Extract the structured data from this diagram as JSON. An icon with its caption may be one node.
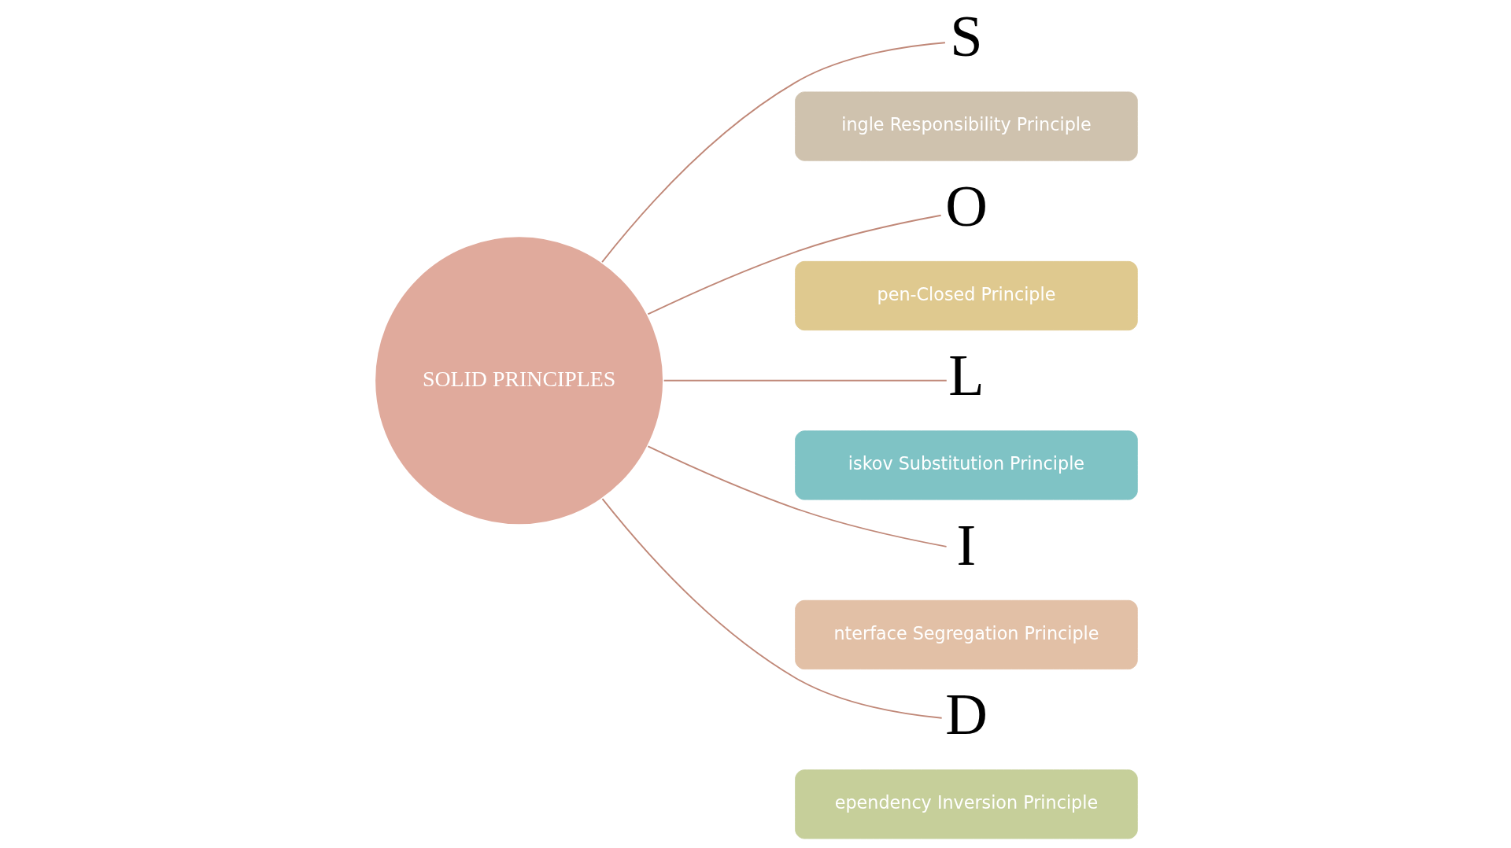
{
  "diagram": {
    "nodes": [
      {
        "text": [
          "SOLID PRINCIPLES"
        ]
      },
      {
        "text": [
          "S"
        ]
      },
      {
        "text": [
          "O"
        ]
      },
      {
        "text": [
          "L"
        ]
      },
      {
        "text": [
          "I"
        ]
      },
      {
        "text": [
          "D"
        ]
      },
      {
        "text": [
          "ingle Responsibility Principle"
        ]
      },
      {
        "text": [
          "pen-Closed Principle"
        ]
      },
      {
        "text": [
          "iskov Substitution Principle"
        ]
      },
      {
        "text": [
          "nterface Segregation Principle"
        ]
      },
      {
        "text": [
          "ependency Inversion Principle"
        ]
      }
    ],
    "edges": [
      {
        "from": 0,
        "to": 1,
        "arrow": "none"
      },
      {
        "from": 0,
        "to": 2,
        "arrow": "none"
      },
      {
        "from": 0,
        "to": 3,
        "arrow": "none"
      },
      {
        "from": 0,
        "to": 4,
        "arrow": "none"
      },
      {
        "from": 0,
        "to": 5,
        "arrow": "none"
      }
    ]
  }
}
